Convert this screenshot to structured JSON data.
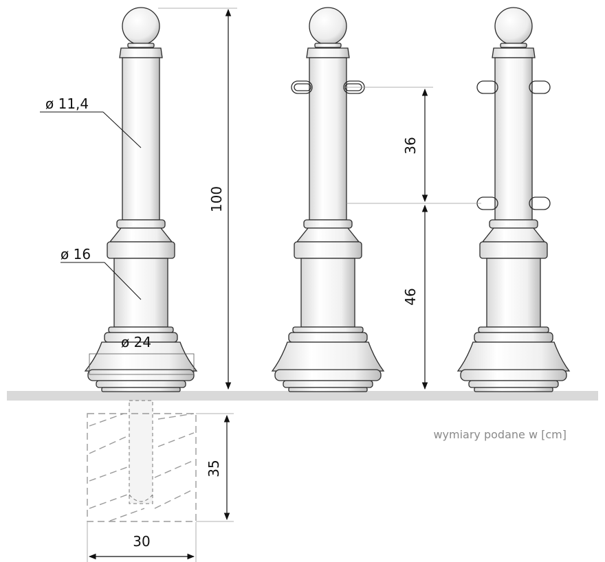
{
  "drawing": {
    "dim_shaft_diameter": "ø 11,4",
    "dim_middle_diameter": "ø 16",
    "dim_base_diameter": "ø 24",
    "dim_total_height": "100",
    "dim_chain_spacing": "36",
    "dim_lower_height": "46",
    "dim_foundation_depth": "35",
    "dim_foundation_width": "30",
    "units_note": "wymiary podane w [cm]"
  },
  "colors": {
    "post_fill": "#f4f4f4",
    "post_stroke": "#2a2a2a",
    "ground": "#d9d9d9",
    "foundation_dash": "#9a9a9a",
    "dim_line": "#111111",
    "note_text": "#8a8a8a"
  }
}
